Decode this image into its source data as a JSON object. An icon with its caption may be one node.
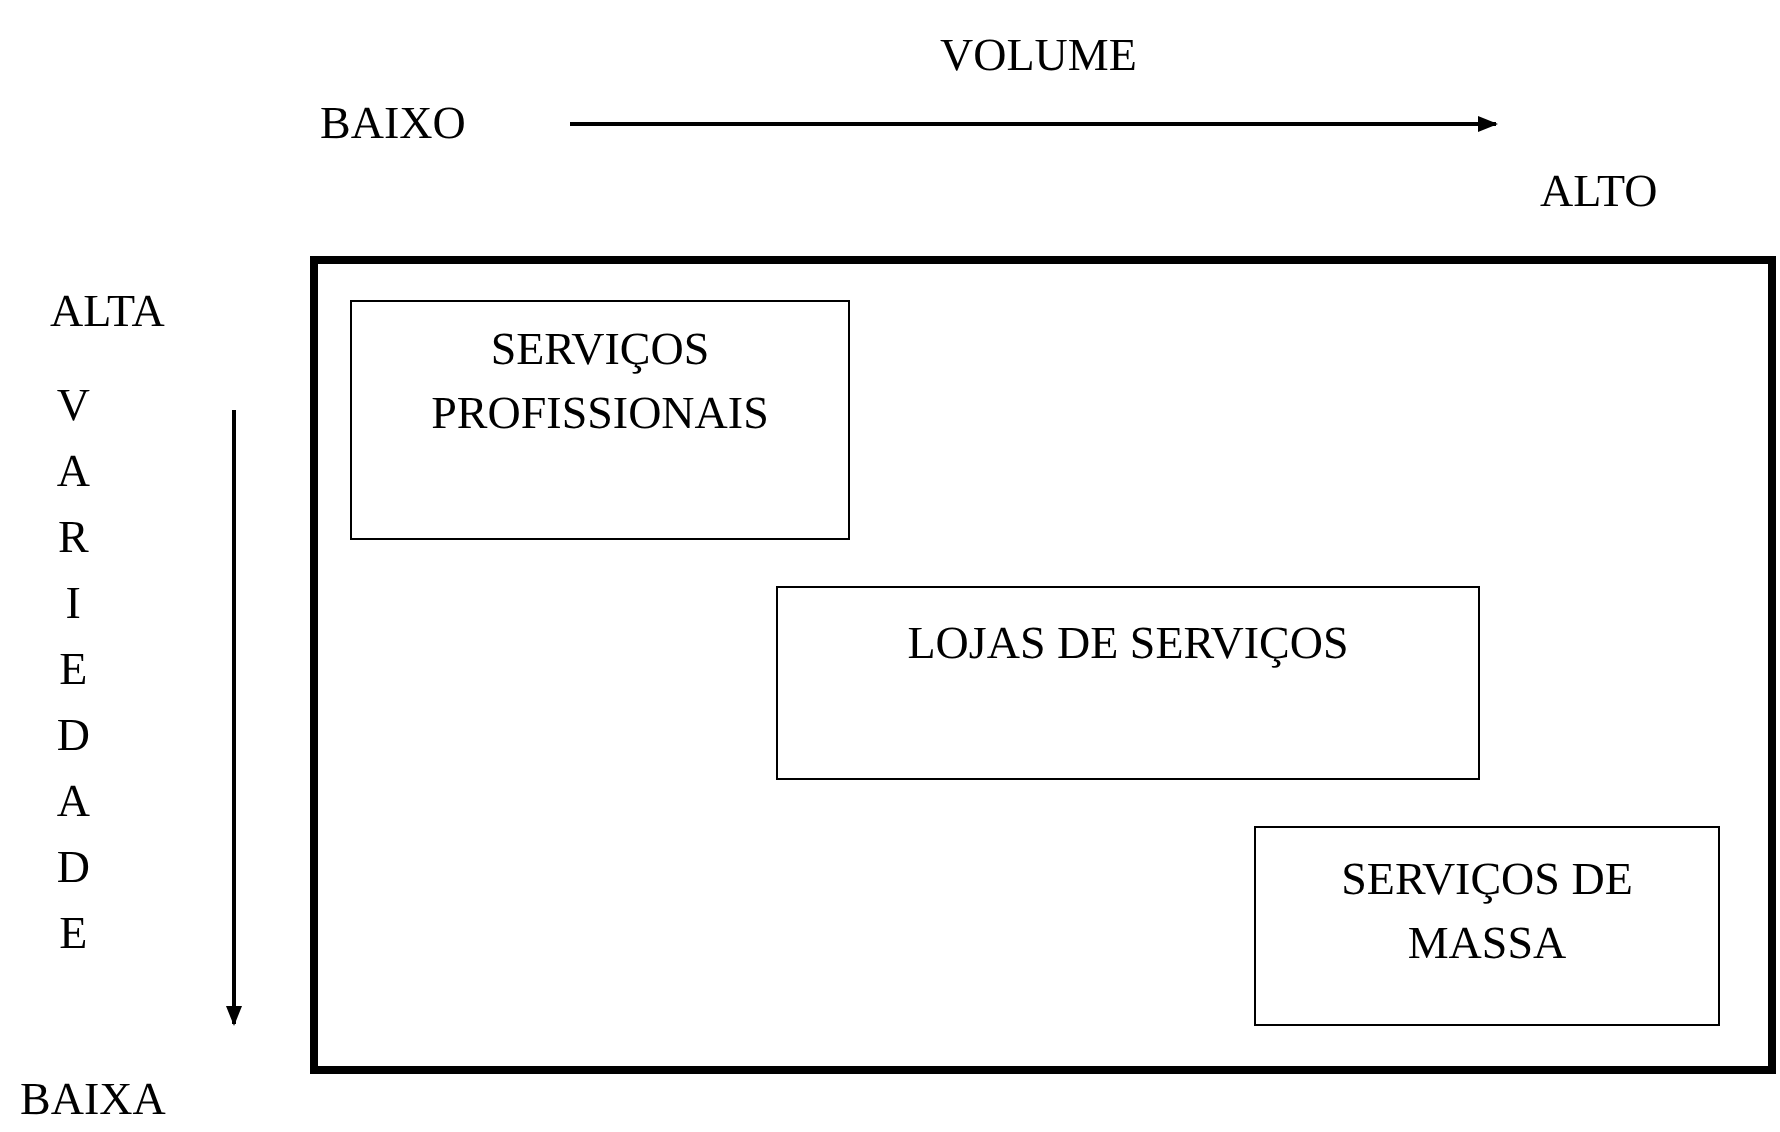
{
  "diagram": {
    "nodes": [
      {
        "text": [],
        "shape": "box"
      },
      {
        "text": [
          "SERVIÇOS PROFISSIONAIS"
        ],
        "in": 0
      },
      {
        "text": [
          "LOJAS DE SERVIÇOS"
        ],
        "in": 0
      },
      {
        "text": [
          "SERVIÇOS DE MASSA"
        ],
        "in": 0
      }
    ],
    "edges": [],
    "labels": [
      "VOLUME",
      "BAIXO",
      "ALTO",
      "ALTA",
      "VARIEDADE",
      "BAIXA"
    ]
  }
}
